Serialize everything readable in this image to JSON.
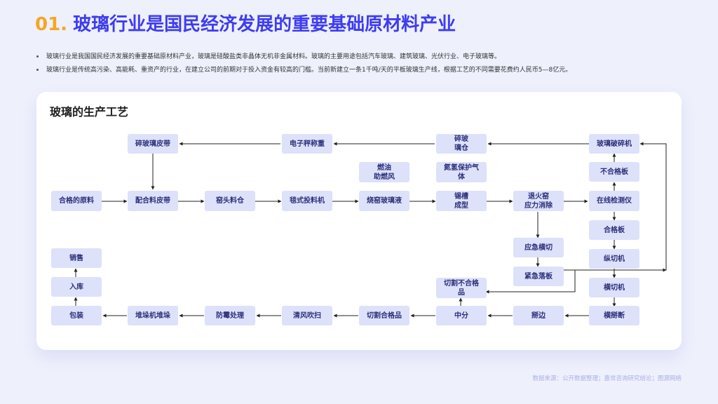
{
  "header": {
    "number": "01.",
    "title": "玻璃行业是国民经济发展的重要基础原材料产业"
  },
  "bullets": [
    "玻璃行业是我国国民经济发展的重要基础原材料产业，玻璃是硅酸盐类非晶体无机非金属材料。玻璃的主要用途包括汽车玻璃、建筑玻璃、光伏行业、电子玻璃等。",
    "玻璃行业是传统高污染、高能耗、重资产的行业，在建立公司的前期对于投入资金有较高的门槛。当前新建立一条1千吨/天的平板玻璃生产线，根据工艺的不同需要花费约人民币5—8亿元。"
  ],
  "diagram": {
    "title": "玻璃的生产工艺",
    "nodes": {
      "hege_yuanliao": "合格的原料",
      "peiheliao_pidai": "配合料皮带",
      "yaotou_liaocang": "窑头料仓",
      "tanshi_touliaoji": "毯式投料机",
      "shaoyao_bolieye": "烧窑玻璃液",
      "xicao_chengxing": "锡槽\n成型",
      "tuihuoyao": "退火窑\n应力消除",
      "zaixian_jianceyi": "在线检测仪",
      "suiboli_pidai": "碎玻璃皮带",
      "dianzi_chengzhong": "电子秤称重",
      "suibo_licang": "碎玻\n璃仓",
      "boli_posuiji": "玻璃破碎机",
      "ranyou": "燃油\n助燃风",
      "danqing": "氮氢保护气\n体",
      "buhegeban": "不合格板",
      "hegeban": "合格板",
      "yingji_hengqie": "应急横切",
      "zongqieji": "纵切机",
      "jinji_luoban": "紧急落板",
      "hengqieji": "横切机",
      "qiege_buhege": "切割不合格\n品",
      "xiaoshou": "销售",
      "ruku": "入库",
      "baozhuang": "包装",
      "duiduoji": "堆垛机堆垛",
      "fangmei": "防霉处理",
      "qingfeng": "清风吹扫",
      "qiege_hegepin": "切割合格品",
      "zhongfen": "中分",
      "bianbian": "掰边",
      "hengbanduan": "横掰断"
    }
  },
  "source": "数据来源：公开数据整理；嘉世咨询研究结论；图源网络",
  "colors": {
    "accent": "#3d3cf2",
    "number": "#f5a623",
    "node_fill": "#dde1fa",
    "background": "#eef0fc"
  }
}
